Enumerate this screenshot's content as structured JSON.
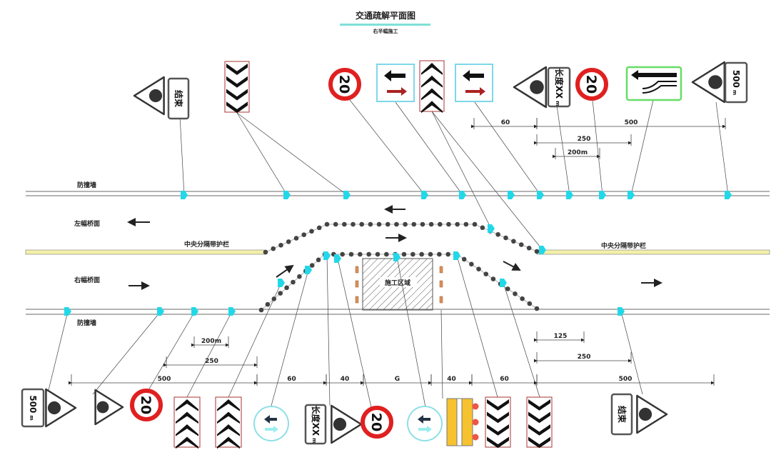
{
  "title": "交通疏解平面图",
  "subtitle": "右半幅施工",
  "labels": {
    "barrier_wall": "防撞墙",
    "left_deck": "左幅桥面",
    "right_deck": "右幅桥面",
    "median_guardrail": "中央分隔带护栏",
    "work_zone": "施工区域"
  },
  "sign_text": {
    "end": "结束",
    "length": "长度XX",
    "unit_m": "m",
    "distance_500": "500",
    "speed_limit": "20"
  },
  "dimensions": {
    "top": [
      "60",
      "500",
      "250",
      "200m"
    ],
    "bottom": [
      "500",
      "250",
      "200m",
      "60",
      "40",
      "G",
      "40",
      "60",
      "500",
      "125",
      "250"
    ]
  },
  "colors": {
    "marker": "#22d8e8",
    "cone": "#444444",
    "median": "#f3f0a8",
    "speed_ring": "#e02020",
    "title_rule": "#7fe0d8"
  }
}
